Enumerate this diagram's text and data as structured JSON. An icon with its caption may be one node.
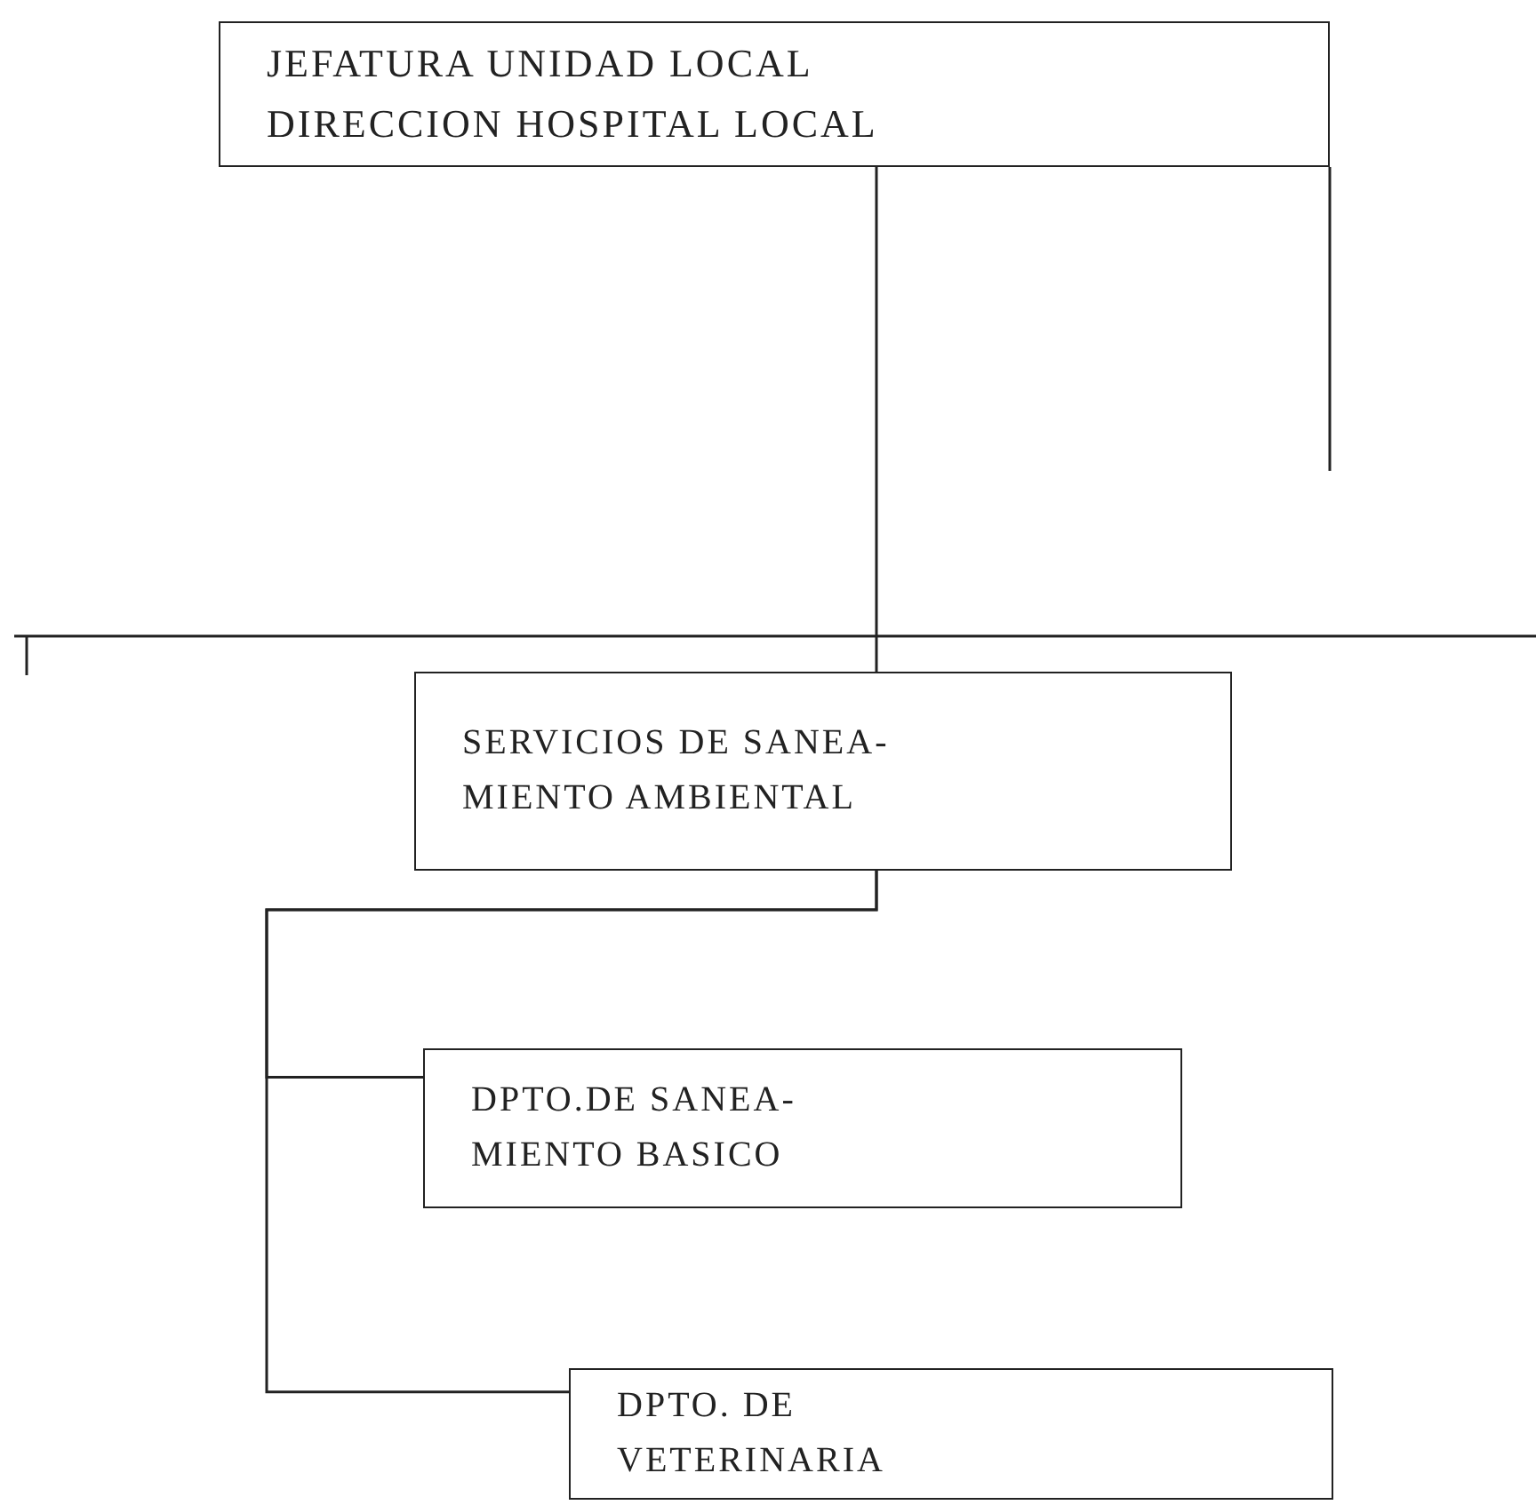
{
  "diagram": {
    "nodes": [
      {
        "text": [
          "JEFATURA UNIDAD LOCAL DIRECCION HOSPITAL LOCAL"
        ]
      },
      {
        "text": [
          "SERVICIOS DE SANEA- MIENTO AMBIENTAL"
        ]
      },
      {
        "text": [
          "DPTO.DE SANEA- MIENTO BASICO"
        ]
      },
      {
        "text": [
          "DPTO. DE VETERINARIA"
        ]
      }
    ],
    "edges": [
      {
        "from": 0,
        "to": 1,
        "arrow": "none"
      },
      {
        "from": 1,
        "to": 2,
        "arrow": "none"
      },
      {
        "from": 1,
        "to": 3,
        "arrow": "none"
      }
    ]
  }
}
